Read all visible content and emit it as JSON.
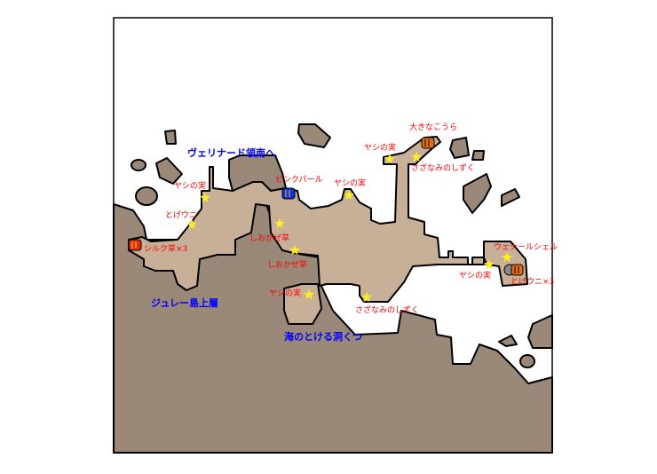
{
  "map": {
    "colors": {
      "rock": "#9a8878",
      "floor": "#c8b098",
      "item_label": "#ff0000",
      "area_label": "#0000ff",
      "star": "#ffee22"
    },
    "area_labels": [
      "ヴェリナード領南へ",
      "ジュレー島上層",
      "海のとける洞くつ"
    ],
    "item_labels": [
      "ヤシの実",
      "とげウニ",
      "シルク草×3",
      "ピンクパール",
      "しおかぜ草",
      "しおかぜ草",
      "ヤシの実",
      "ヤシの実",
      "ヤシの実",
      "大きなこうら",
      "さざなみのしずく",
      "さざなみのしずく",
      "ウェナールシェル",
      "ヤシの実",
      "とげウニ×3"
    ]
  }
}
